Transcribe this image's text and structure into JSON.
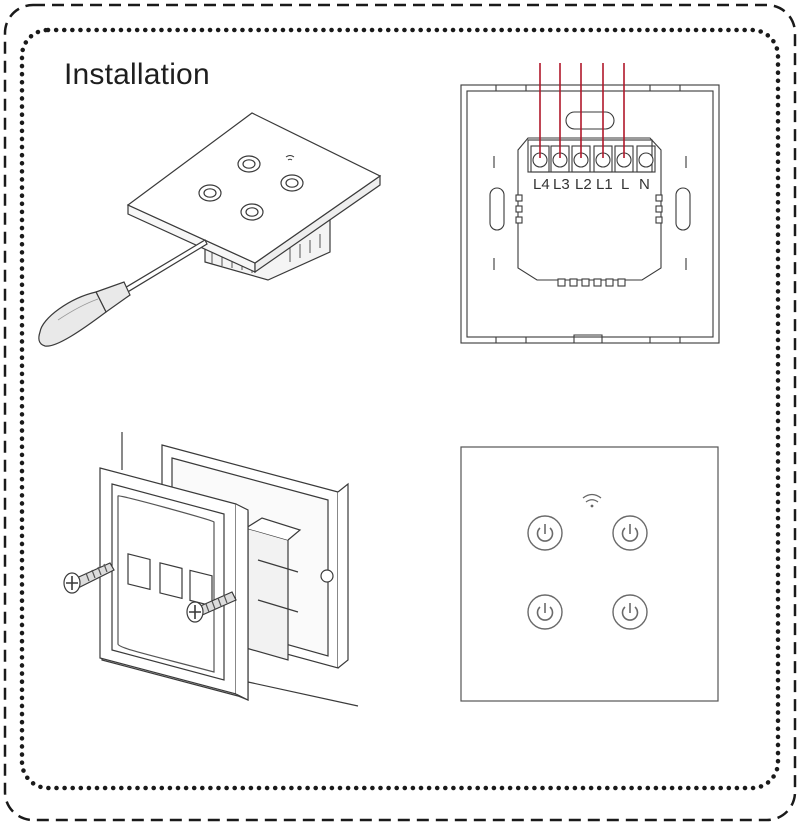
{
  "title": "Installation",
  "colors": {
    "wire": "#b0182a",
    "line": "#3a3a3a",
    "light_line": "#777777",
    "border": "#1a1a1a",
    "handle": "#e9e9e9"
  },
  "steps": [
    {
      "name": "pry-off-panel",
      "icons": [
        "screwdriver-icon",
        "switch-panel-icon"
      ]
    },
    {
      "name": "wire-terminals",
      "terminals": [
        "L4",
        "L3",
        "L2",
        "L1",
        "L",
        "N"
      ],
      "wired_terminals": [
        "L4",
        "L3",
        "L2",
        "L1",
        "L"
      ]
    },
    {
      "name": "screw-base-plate",
      "icons": [
        "screw-icon",
        "wall-box-icon"
      ]
    },
    {
      "name": "finished-switch",
      "buttons": 4,
      "icons": [
        "wifi-icon",
        "power-icon"
      ]
    }
  ]
}
